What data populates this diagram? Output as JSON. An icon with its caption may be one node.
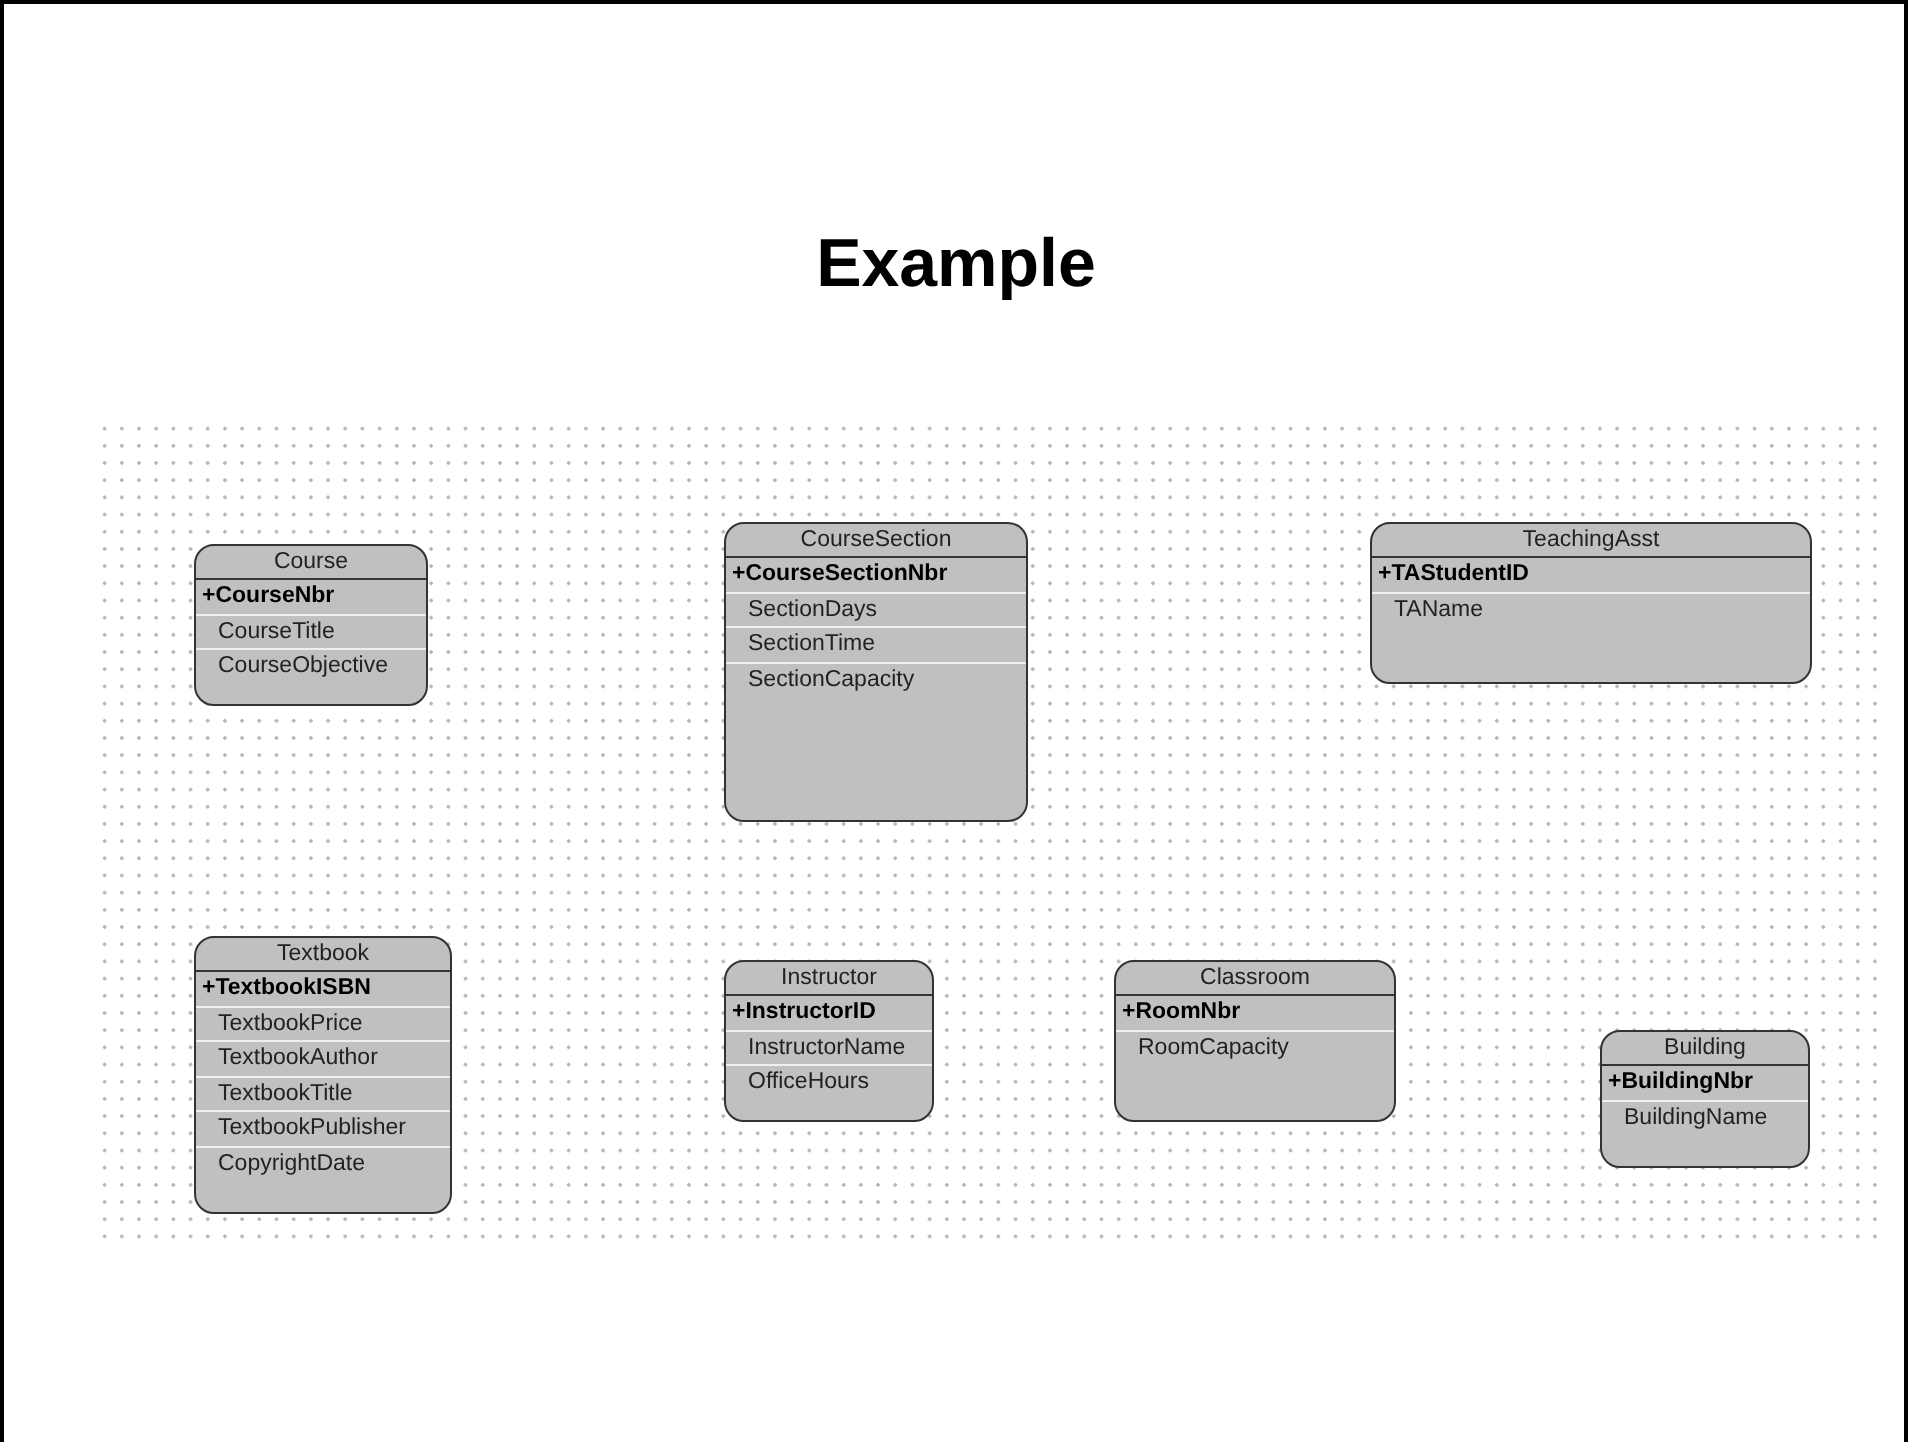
{
  "diagram": {
    "title": "Example",
    "nodes": [
      {
        "text": [
          "Course",
          "+CourseNbr",
          "CourseTitle",
          "CourseObjective"
        ]
      },
      {
        "text": [
          "CourseSection",
          "+CourseSectionNbr",
          "SectionDays",
          "SectionTime",
          "SectionCapacity"
        ]
      },
      {
        "text": [
          "TeachingAsst",
          "+TAStudentID",
          "TAName"
        ]
      },
      {
        "text": [
          "Textbook",
          "+TextbookISBN",
          "TextbookPrice",
          "TextbookAuthor",
          "TextbookTitle",
          "TextbookPublisher",
          "CopyrightDate"
        ]
      },
      {
        "text": [
          "Instructor",
          "+InstructorID",
          "InstructorName",
          "OfficeHours"
        ]
      },
      {
        "text": [
          "Classroom",
          "+RoomNbr",
          "RoomCapacity"
        ]
      },
      {
        "text": [
          "Building",
          "+BuildingNbr",
          "BuildingName"
        ]
      }
    ],
    "edges": []
  }
}
